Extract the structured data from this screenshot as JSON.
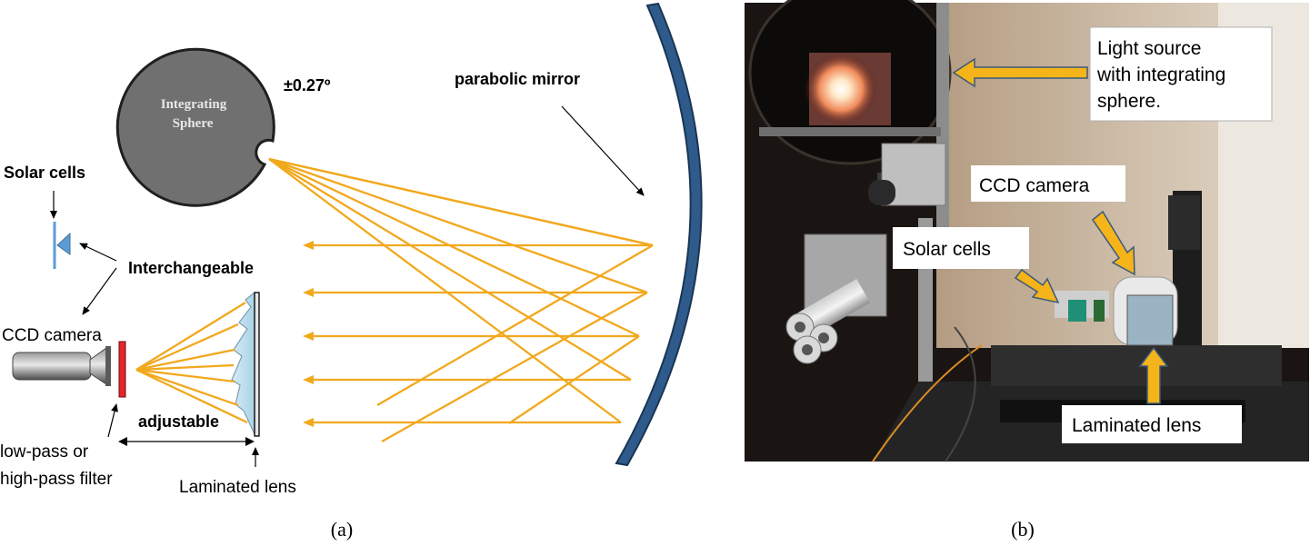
{
  "panel_a": {
    "caption": "(a)",
    "sphere_label_line1": "Integrating",
    "sphere_label_line2": "Sphere",
    "angle": "±0.27º",
    "mirror": "parabolic mirror",
    "solar_cells": "Solar cells",
    "interchangeable": "Interchangeable",
    "ccd_camera": "CCD camera",
    "adjustable": "adjustable",
    "filter_line1": "low-pass or",
    "filter_line2": "high-pass filter",
    "laminated_lens": "Laminated lens"
  },
  "panel_b": {
    "caption": "(b)",
    "light_source_line1": "Light source",
    "light_source_line2": "with integrating",
    "light_source_line3": "sphere.",
    "ccd_camera": "CCD camera",
    "solar_cells": "Solar cells",
    "laminated_lens": "Laminated lens"
  },
  "colors": {
    "ray": "#f2a81d",
    "mirror": "#2f5b8c",
    "sphere": "#707070",
    "filter": "#e3262a",
    "cell": "#5b9bd5",
    "callout_arrow": "#f4b41a"
  }
}
